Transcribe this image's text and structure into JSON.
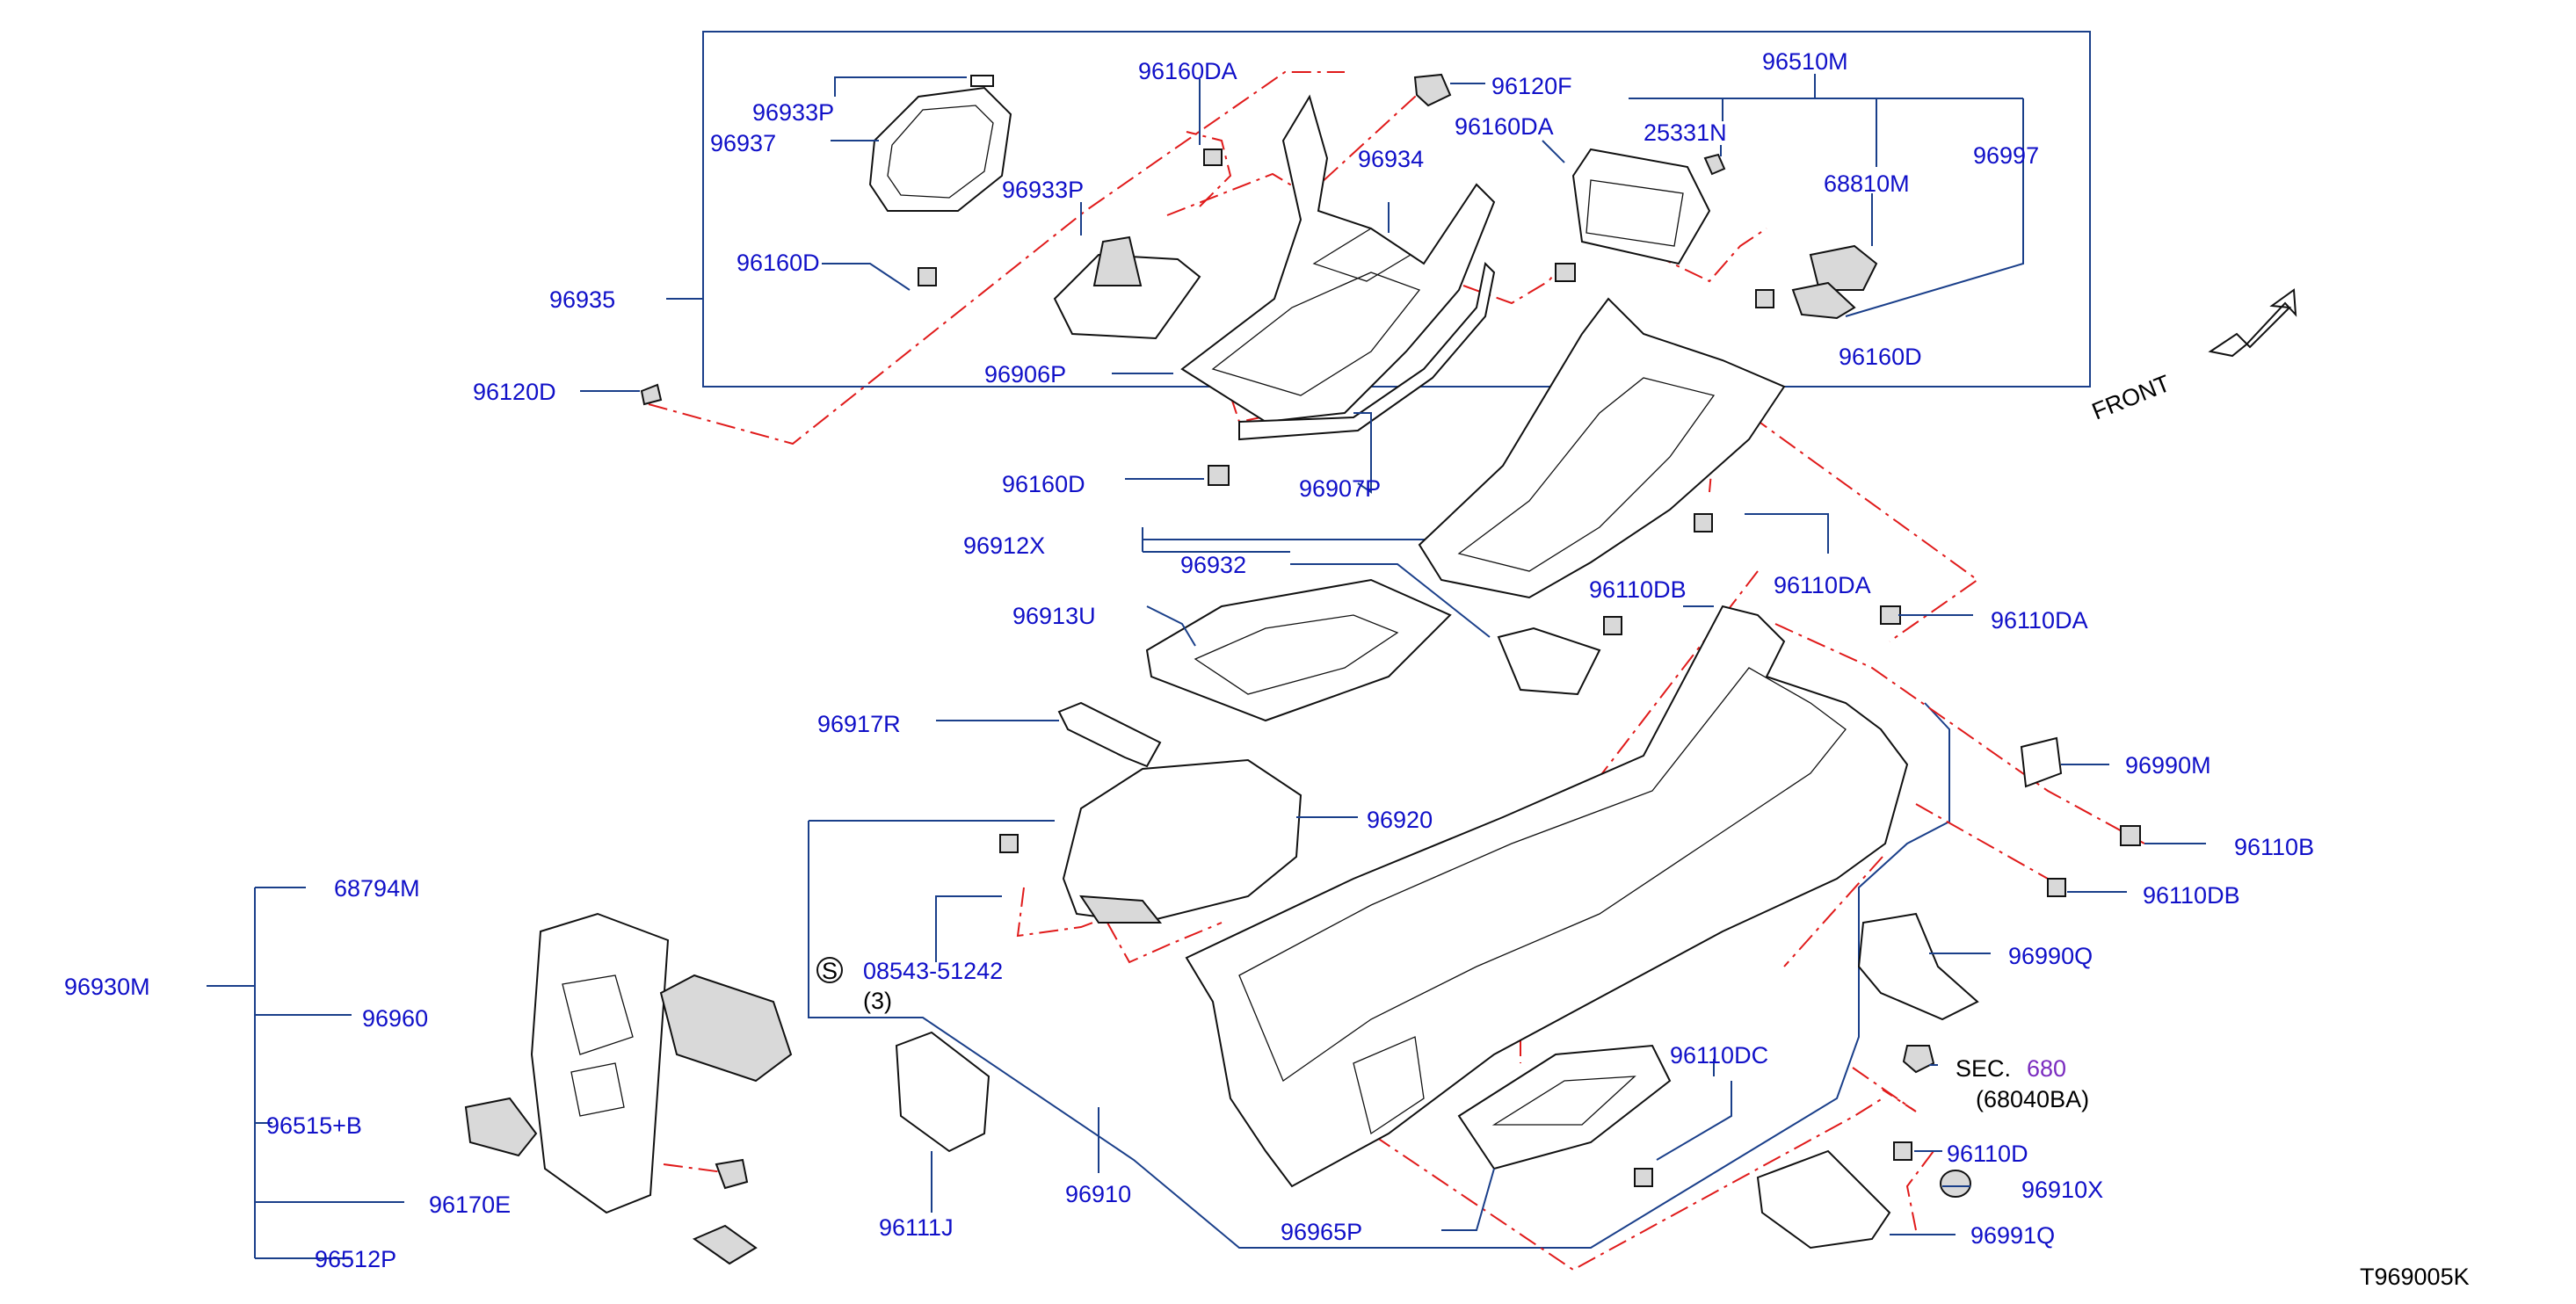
{
  "diagram": {
    "drawing_id": "T969005K",
    "front_label": "FRONT",
    "parts": {
      "p96933P_a": "96933P",
      "p96937": "96937",
      "p96160DA_a": "96160DA",
      "p96120F": "96120F",
      "p96160DA_b": "96160DA",
      "p96510M": "96510M",
      "p25331N": "25331N",
      "p96997": "96997",
      "p96934": "96934",
      "p68810M": "68810M",
      "p96933P_b": "96933P",
      "p96160D_a": "96160D",
      "p96935": "96935",
      "p96160D_b": "96160D",
      "p96906P": "96906P",
      "p96120D": "96120D",
      "p96160D_c": "96160D",
      "p96907P": "96907P",
      "p96912X": "96912X",
      "p96932": "96932",
      "p96110DB_a": "96110DB",
      "p96110DA_a": "96110DA",
      "p96110DA_b": "96110DA",
      "p96913U": "96913U",
      "p96917R": "96917R",
      "p96990M": "96990M",
      "p96920": "96920",
      "p96110B": "96110B",
      "p96110DB_b": "96110DB",
      "p68794M": "68794M",
      "p08543": "08543-51242",
      "p08543_qty": "(3)",
      "p08543_s": "S",
      "p96990Q": "96990Q",
      "p96930M": "96930M",
      "p96960": "96960",
      "p96110DC": "96110DC",
      "sec_label": "SEC.",
      "sec_num": "680",
      "sec_sub": "(68040BA)",
      "p96515B": "96515+B",
      "p96110D": "96110D",
      "p96111J": "96111J",
      "p96910": "96910",
      "p96910X": "96910X",
      "p96170E": "96170E",
      "p96991Q": "96991Q",
      "p96965P": "96965P",
      "p96512P": "96512P"
    }
  }
}
